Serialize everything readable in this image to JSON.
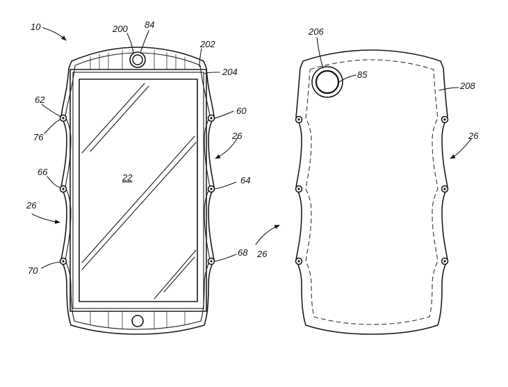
{
  "figure": {
    "front_labels": {
      "fig_ref": "10",
      "cam_ring": "200",
      "cam_lens": "84",
      "frame": "202",
      "screen_border": "204",
      "screw_ul": "62",
      "screw_ul2": "76",
      "screw_ur": "60",
      "bumper_right": "26",
      "screen": "22",
      "screw_ml": "66",
      "screw_mr": "64",
      "bumper_left": "26",
      "screw_ll": "70",
      "screw_lr": "68"
    },
    "back_labels": {
      "cam_ring": "206",
      "cam_lens": "85",
      "inner_outline": "208",
      "bumper_right": "26",
      "bumper_left": "26"
    }
  }
}
